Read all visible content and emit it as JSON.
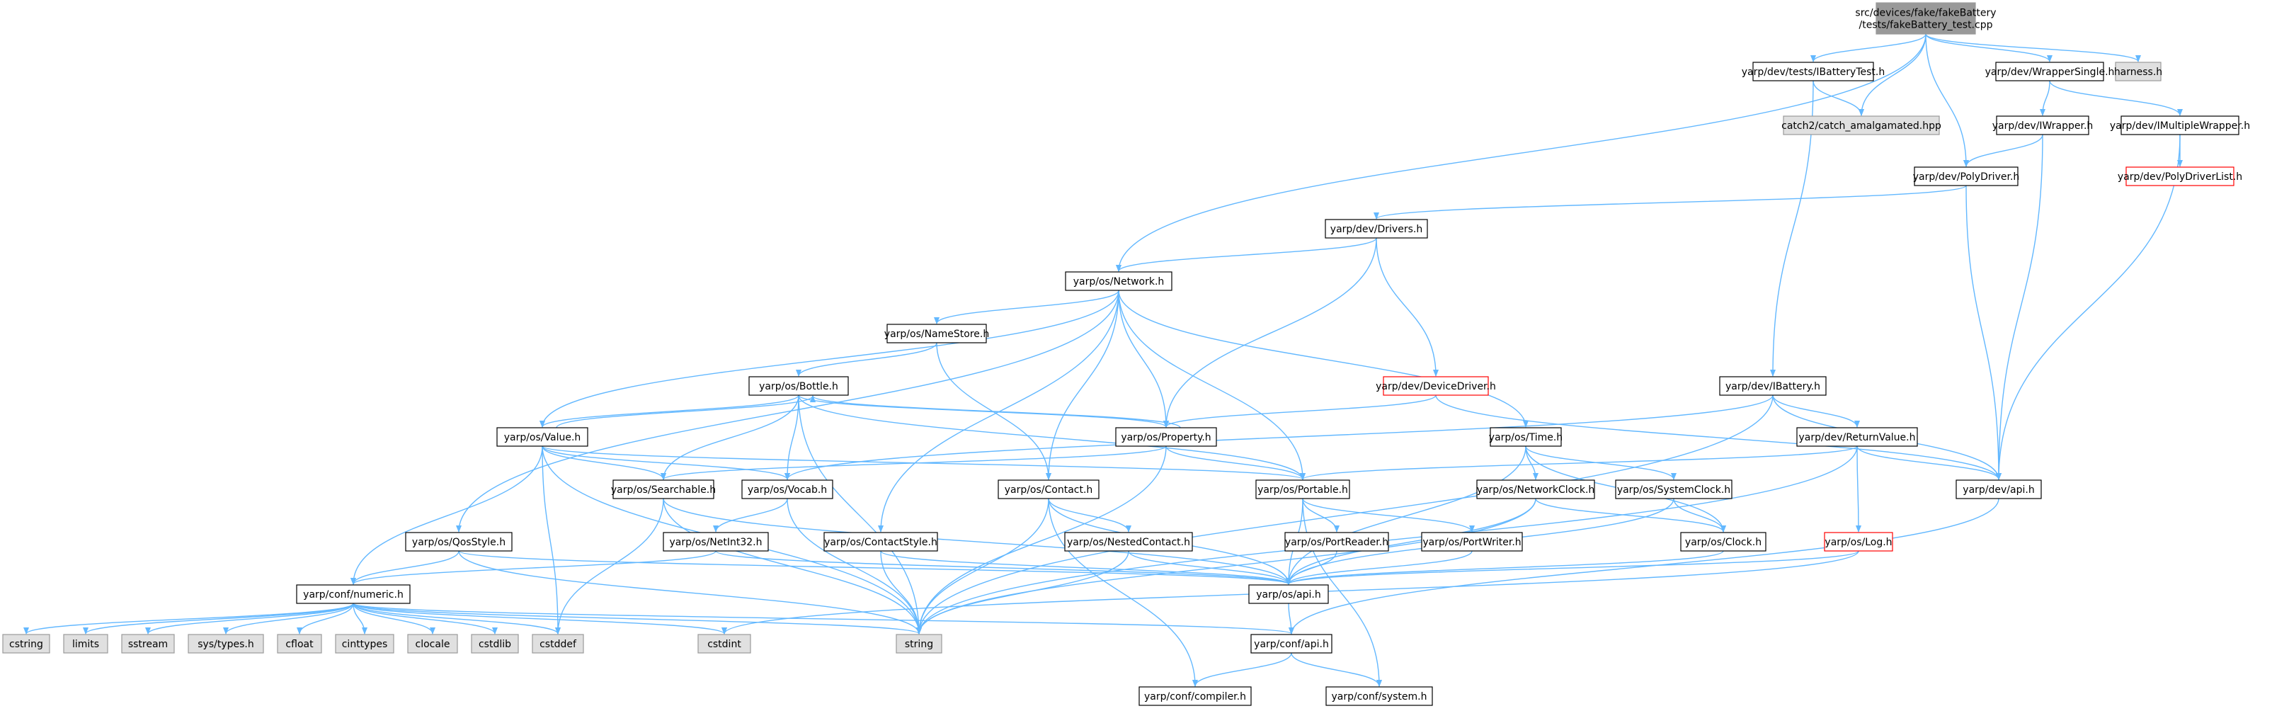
{
  "colors": {
    "edge": "#63b8ff",
    "node_border": "#000000",
    "root_fill": "#999999",
    "system_fill": "#e0e0e0",
    "system_border": "#999999",
    "red_border": "#ff0000",
    "white": "#ffffff"
  },
  "nodes": [
    {
      "id": "root",
      "lines": [
        "src/devices/fake/fakeBattery",
        "/tests/fakeBattery_test.cpp"
      ],
      "kind": "root"
    },
    {
      "id": "ibatterytest",
      "lines": [
        "yarp/dev/tests/IBatteryTest.h"
      ],
      "kind": "normal"
    },
    {
      "id": "wrappersingle",
      "lines": [
        "yarp/dev/WrapperSingle.h"
      ],
      "kind": "normal"
    },
    {
      "id": "harness",
      "lines": [
        "harness.h"
      ],
      "kind": "system"
    },
    {
      "id": "catch2",
      "lines": [
        "catch2/catch_amalgamated.hpp"
      ],
      "kind": "system"
    },
    {
      "id": "iwrapper",
      "lines": [
        "yarp/dev/IWrapper.h"
      ],
      "kind": "normal"
    },
    {
      "id": "imultiplewrapper",
      "lines": [
        "yarp/dev/IMultipleWrapper.h"
      ],
      "kind": "normal"
    },
    {
      "id": "polydriverlist",
      "lines": [
        "yarp/dev/PolyDriverList.h"
      ],
      "kind": "red"
    },
    {
      "id": "polydriver",
      "lines": [
        "yarp/dev/PolyDriver.h"
      ],
      "kind": "normal"
    },
    {
      "id": "drivers",
      "lines": [
        "yarp/dev/Drivers.h"
      ],
      "kind": "normal"
    },
    {
      "id": "network",
      "lines": [
        "yarp/os/Network.h"
      ],
      "kind": "normal"
    },
    {
      "id": "namestore",
      "lines": [
        "yarp/os/NameStore.h"
      ],
      "kind": "normal"
    },
    {
      "id": "devicedriver",
      "lines": [
        "yarp/dev/DeviceDriver.h"
      ],
      "kind": "red"
    },
    {
      "id": "ibattery",
      "lines": [
        "yarp/dev/IBattery.h"
      ],
      "kind": "normal"
    },
    {
      "id": "bottle",
      "lines": [
        "yarp/os/Bottle.h"
      ],
      "kind": "normal"
    },
    {
      "id": "property",
      "lines": [
        "yarp/os/Property.h"
      ],
      "kind": "normal"
    },
    {
      "id": "value",
      "lines": [
        "yarp/os/Value.h"
      ],
      "kind": "normal"
    },
    {
      "id": "time",
      "lines": [
        "yarp/os/Time.h"
      ],
      "kind": "normal"
    },
    {
      "id": "returnvalue",
      "lines": [
        "yarp/dev/ReturnValue.h"
      ],
      "kind": "normal"
    },
    {
      "id": "searchable",
      "lines": [
        "yarp/os/Searchable.h"
      ],
      "kind": "normal"
    },
    {
      "id": "vocab",
      "lines": [
        "yarp/os/Vocab.h"
      ],
      "kind": "normal"
    },
    {
      "id": "contact",
      "lines": [
        "yarp/os/Contact.h"
      ],
      "kind": "normal"
    },
    {
      "id": "portable",
      "lines": [
        "yarp/os/Portable.h"
      ],
      "kind": "normal"
    },
    {
      "id": "networkclock",
      "lines": [
        "yarp/os/NetworkClock.h"
      ],
      "kind": "normal"
    },
    {
      "id": "systemclock",
      "lines": [
        "yarp/os/SystemClock.h"
      ],
      "kind": "normal"
    },
    {
      "id": "devapi",
      "lines": [
        "yarp/dev/api.h"
      ],
      "kind": "normal"
    },
    {
      "id": "qosstyle",
      "lines": [
        "yarp/os/QosStyle.h"
      ],
      "kind": "normal"
    },
    {
      "id": "netint32",
      "lines": [
        "yarp/os/NetInt32.h"
      ],
      "kind": "normal"
    },
    {
      "id": "contactstyle",
      "lines": [
        "yarp/os/ContactStyle.h"
      ],
      "kind": "normal"
    },
    {
      "id": "nestedcontact",
      "lines": [
        "yarp/os/NestedContact.h"
      ],
      "kind": "normal"
    },
    {
      "id": "portreader",
      "lines": [
        "yarp/os/PortReader.h"
      ],
      "kind": "normal"
    },
    {
      "id": "portwriter",
      "lines": [
        "yarp/os/PortWriter.h"
      ],
      "kind": "normal"
    },
    {
      "id": "clock",
      "lines": [
        "yarp/os/Clock.h"
      ],
      "kind": "normal"
    },
    {
      "id": "log",
      "lines": [
        "yarp/os/Log.h"
      ],
      "kind": "red"
    },
    {
      "id": "numeric",
      "lines": [
        "yarp/conf/numeric.h"
      ],
      "kind": "normal"
    },
    {
      "id": "osapi",
      "lines": [
        "yarp/os/api.h"
      ],
      "kind": "normal"
    },
    {
      "id": "cstring",
      "lines": [
        "cstring"
      ],
      "kind": "system"
    },
    {
      "id": "limits",
      "lines": [
        "limits"
      ],
      "kind": "system"
    },
    {
      "id": "sstream",
      "lines": [
        "sstream"
      ],
      "kind": "system"
    },
    {
      "id": "systypes",
      "lines": [
        "sys/types.h"
      ],
      "kind": "system"
    },
    {
      "id": "cfloat",
      "lines": [
        "cfloat"
      ],
      "kind": "system"
    },
    {
      "id": "cinttypes",
      "lines": [
        "cinttypes"
      ],
      "kind": "system"
    },
    {
      "id": "clocale",
      "lines": [
        "clocale"
      ],
      "kind": "system"
    },
    {
      "id": "cstdlib",
      "lines": [
        "cstdlib"
      ],
      "kind": "system"
    },
    {
      "id": "cstddef",
      "lines": [
        "cstddef"
      ],
      "kind": "system"
    },
    {
      "id": "cstdint",
      "lines": [
        "cstdint"
      ],
      "kind": "system"
    },
    {
      "id": "string",
      "lines": [
        "string"
      ],
      "kind": "system"
    },
    {
      "id": "confapi",
      "lines": [
        "yarp/conf/api.h"
      ],
      "kind": "normal"
    },
    {
      "id": "compiler",
      "lines": [
        "yarp/conf/compiler.h"
      ],
      "kind": "normal"
    },
    {
      "id": "system",
      "lines": [
        "yarp/conf/system.h"
      ],
      "kind": "normal"
    }
  ],
  "edges": [
    [
      "root",
      "ibatterytest"
    ],
    [
      "root",
      "wrappersingle"
    ],
    [
      "root",
      "harness"
    ],
    [
      "root",
      "catch2"
    ],
    [
      "root",
      "polydriver"
    ],
    [
      "root",
      "network"
    ],
    [
      "ibatterytest",
      "catch2"
    ],
    [
      "ibatterytest",
      "ibattery"
    ],
    [
      "wrappersingle",
      "iwrapper"
    ],
    [
      "wrappersingle",
      "imultiplewrapper"
    ],
    [
      "iwrapper",
      "polydriver"
    ],
    [
      "iwrapper",
      "devapi"
    ],
    [
      "imultiplewrapper",
      "polydriverlist"
    ],
    [
      "imultiplewrapper",
      "devapi"
    ],
    [
      "polydriver",
      "drivers"
    ],
    [
      "polydriver",
      "devapi"
    ],
    [
      "drivers",
      "network"
    ],
    [
      "drivers",
      "devicedriver"
    ],
    [
      "drivers",
      "property"
    ],
    [
      "network",
      "namestore"
    ],
    [
      "network",
      "value"
    ],
    [
      "network",
      "property"
    ],
    [
      "network",
      "contact"
    ],
    [
      "network",
      "portable"
    ],
    [
      "network",
      "time"
    ],
    [
      "network",
      "qosstyle"
    ],
    [
      "network",
      "contactstyle"
    ],
    [
      "namestore",
      "bottle"
    ],
    [
      "namestore",
      "contact"
    ],
    [
      "devicedriver",
      "property"
    ],
    [
      "devicedriver",
      "devapi"
    ],
    [
      "ibattery",
      "returnvalue"
    ],
    [
      "ibattery",
      "devapi"
    ],
    [
      "ibattery",
      "vocab"
    ],
    [
      "ibattery",
      "string"
    ],
    [
      "bottle",
      "value"
    ],
    [
      "bottle",
      "property"
    ],
    [
      "bottle",
      "searchable"
    ],
    [
      "bottle",
      "vocab"
    ],
    [
      "bottle",
      "portable"
    ],
    [
      "bottle",
      "string"
    ],
    [
      "property",
      "bottle"
    ],
    [
      "property",
      "searchable"
    ],
    [
      "property",
      "portable"
    ],
    [
      "property",
      "string"
    ],
    [
      "value",
      "bottle"
    ],
    [
      "value",
      "searchable"
    ],
    [
      "value",
      "vocab"
    ],
    [
      "value",
      "portable"
    ],
    [
      "value",
      "numeric"
    ],
    [
      "value",
      "cstddef"
    ],
    [
      "value",
      "string"
    ],
    [
      "time",
      "networkclock"
    ],
    [
      "time",
      "systemclock"
    ],
    [
      "time",
      "clock"
    ],
    [
      "time",
      "osapi"
    ],
    [
      "returnvalue",
      "portable"
    ],
    [
      "returnvalue",
      "devapi"
    ],
    [
      "returnvalue",
      "log"
    ],
    [
      "returnvalue",
      "string"
    ],
    [
      "searchable",
      "osapi"
    ],
    [
      "searchable",
      "cstddef"
    ],
    [
      "searchable",
      "string"
    ],
    [
      "vocab",
      "netint32"
    ],
    [
      "vocab",
      "string"
    ],
    [
      "contact",
      "nestedcontact"
    ],
    [
      "contact",
      "osapi"
    ],
    [
      "contact",
      "string"
    ],
    [
      "contact",
      "compiler"
    ],
    [
      "portable",
      "portreader"
    ],
    [
      "portable",
      "portwriter"
    ],
    [
      "portable",
      "osapi"
    ],
    [
      "portable",
      "system"
    ],
    [
      "networkclock",
      "clock"
    ],
    [
      "networkclock",
      "osapi"
    ],
    [
      "networkclock",
      "string"
    ],
    [
      "systemclock",
      "clock"
    ],
    [
      "systemclock",
      "osapi"
    ],
    [
      "devapi",
      "confapi"
    ],
    [
      "qosstyle",
      "numeric"
    ],
    [
      "qosstyle",
      "osapi"
    ],
    [
      "qosstyle",
      "string"
    ],
    [
      "netint32",
      "numeric"
    ],
    [
      "netint32",
      "osapi"
    ],
    [
      "contactstyle",
      "osapi"
    ],
    [
      "contactstyle",
      "string"
    ],
    [
      "nestedcontact",
      "osapi"
    ],
    [
      "nestedcontact",
      "string"
    ],
    [
      "portreader",
      "osapi"
    ],
    [
      "portwriter",
      "osapi"
    ],
    [
      "clock",
      "osapi"
    ],
    [
      "log",
      "osapi"
    ],
    [
      "log",
      "cstdint"
    ],
    [
      "numeric",
      "cstring"
    ],
    [
      "numeric",
      "limits"
    ],
    [
      "numeric",
      "sstream"
    ],
    [
      "numeric",
      "systypes"
    ],
    [
      "numeric",
      "cfloat"
    ],
    [
      "numeric",
      "cinttypes"
    ],
    [
      "numeric",
      "clocale"
    ],
    [
      "numeric",
      "cstdlib"
    ],
    [
      "numeric",
      "cstddef"
    ],
    [
      "numeric",
      "cstdint"
    ],
    [
      "numeric",
      "string"
    ],
    [
      "numeric",
      "confapi"
    ],
    [
      "osapi",
      "confapi"
    ],
    [
      "confapi",
      "compiler"
    ],
    [
      "confapi",
      "system"
    ]
  ]
}
